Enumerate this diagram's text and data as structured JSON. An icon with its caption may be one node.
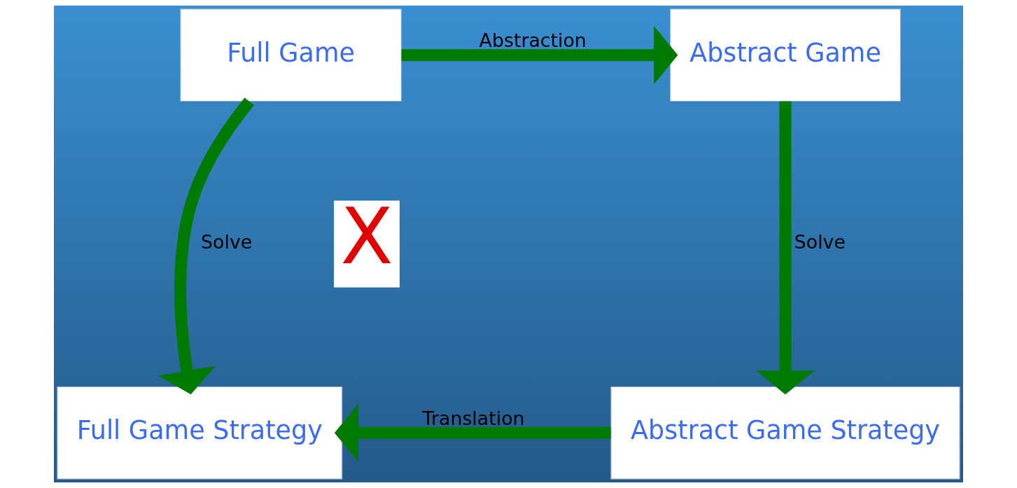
{
  "diagram": {
    "nodes": [
      {
        "text": [
          "Full Game"
        ]
      },
      {
        "text": [
          "Abstract Game"
        ]
      },
      {
        "text": [
          "Full Game Strategy"
        ]
      },
      {
        "text": [
          "Abstract Game Strategy"
        ]
      }
    ],
    "edges": [
      {
        "from": 0,
        "to": 1,
        "arrow": "to",
        "label": "Abstraction"
      },
      {
        "from": 0,
        "to": 2,
        "arrow": "to",
        "label": "Solve"
      },
      {
        "from": 1,
        "to": 3,
        "arrow": "to",
        "label": "Solve"
      },
      {
        "from": 3,
        "to": 2,
        "arrow": "to",
        "label": "Translation"
      }
    ],
    "labels": [
      "X"
    ]
  }
}
